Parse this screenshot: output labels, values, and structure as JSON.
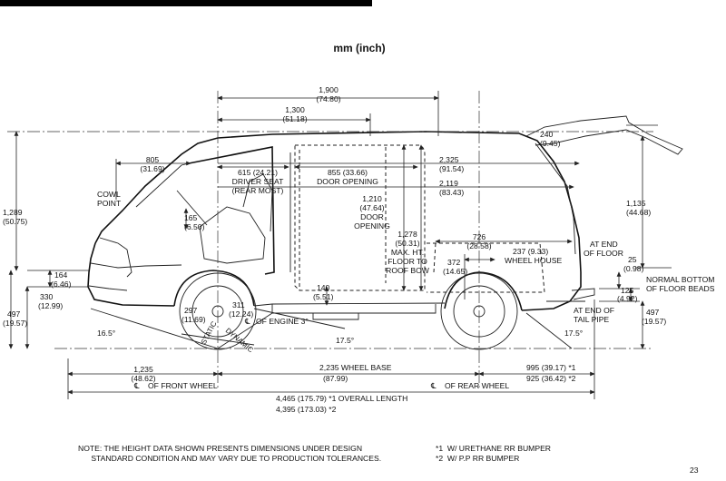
{
  "page": {
    "number": "23",
    "unit_title": "mm (inch)"
  },
  "dims": {
    "d1900": [
      "1,900",
      "(74.80)"
    ],
    "d1300": [
      "1,300",
      "(51.18)"
    ],
    "d240": [
      "240",
      "(9.45)"
    ],
    "d805": [
      "805",
      "(31.69)"
    ],
    "d615": [
      "615 (24.21)",
      "DRIVER SEAT",
      "(REAR MOST)"
    ],
    "d855": [
      "855 (33.66)",
      "DOOR OPENING"
    ],
    "d2325": [
      "2,325",
      "(91.54)"
    ],
    "d2119": [
      "2,119",
      "(83.43)"
    ],
    "d1210": [
      "1,210",
      "(47.64)",
      "DOOR",
      "OPENING"
    ],
    "d1278": [
      "1,278",
      "(50.31)",
      "MAX. HT.",
      "FLOOR TO",
      "ROOF BOW"
    ],
    "d1289": [
      "1,289",
      "(50.75)"
    ],
    "d1135": [
      "1,135",
      "(44.68)"
    ],
    "cowl": [
      "COWL",
      "POINT"
    ],
    "d165": [
      "165",
      "(6.50)"
    ],
    "d726": [
      "726",
      "(28.58)"
    ],
    "d237": [
      "237 (9.33)",
      "WHEEL HOUSE"
    ],
    "d372": [
      "372",
      "(14.65)"
    ],
    "endfloor": [
      "AT END",
      "OF FLOOR"
    ],
    "d25": [
      "25",
      "(0.98)"
    ],
    "normal": [
      "NORMAL BOTTOM",
      "OF FLOOR BEADS"
    ],
    "d125": [
      "125",
      "(4.92)"
    ],
    "tailpipe": [
      "AT END OF",
      "TAIL PIPE"
    ],
    "d164": [
      "164",
      "(6.46)"
    ],
    "d330": [
      "330",
      "(12.99)"
    ],
    "d497l": [
      "497",
      "(19.57)"
    ],
    "d497r": [
      "497",
      "(19.57)"
    ],
    "d140": [
      "140",
      "(5.51)"
    ],
    "d297": [
      "297",
      "(11.69)"
    ],
    "d311": [
      "311",
      "(12.24)"
    ],
    "engine": "OF ENGINE 3°",
    "a165": "16.5°",
    "a175b": "17.5°",
    "a175r": "17.5°",
    "static": "STATIC",
    "dynamic": "DYNAMIC",
    "d1235": [
      "1,235",
      "(48.62)"
    ],
    "wheelbase": [
      "2,235  WHEEL BASE",
      "(87.99)"
    ],
    "d995": "995 (39.17) *1",
    "d925": "925 (36.42) *2",
    "frontwheel": "OF FRONT WHEEL",
    "rearwheel": "OF REAR WHEEL",
    "overall1": "4,465 (175.79) *1 OVERALL LENGTH",
    "overall2": "4,395 (173.03) *2"
  },
  "notes": {
    "main": "NOTE: THE HEIGHT DATA SHOWN PRESENTS DIMENSIONS UNDER DESIGN\n      STANDARD CONDITION AND MAY VARY DUE TO PRODUCTION TOLERANCES.",
    "star1": "*1  W/ URETHANE RR BUMPER",
    "star2": "*2  W/ P.P RR BUMPER"
  }
}
